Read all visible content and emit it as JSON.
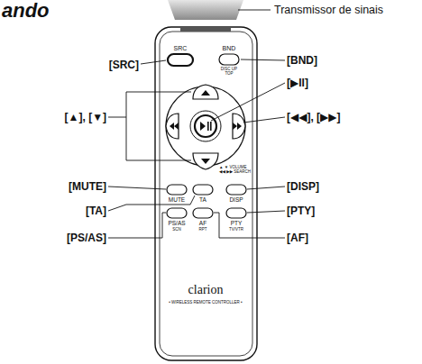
{
  "diagram": {
    "title": "ando",
    "labels": [
      "Transmissor de sinais",
      "[SRC]",
      "[BND]",
      "[▶II]",
      "[▲], [▼]",
      "[◀◀], [▶▶]",
      "[MUTE]",
      "[DISP]",
      "[TA]",
      "[PTY]",
      "[PS/AS]",
      "[AF]",
      "SRC",
      "BND",
      "DISC UP",
      "TOP",
      "▲ ▼ VOLUME",
      "◀◀ ▶▶ SEARCH",
      "MUTE",
      "TA",
      "DISP",
      "PS/AS",
      "SCN",
      "AF",
      "RPT",
      "PTY",
      "TV/VTR",
      "clarion",
      "• WIRELESS REMOTE CONTROLLER •"
    ]
  }
}
